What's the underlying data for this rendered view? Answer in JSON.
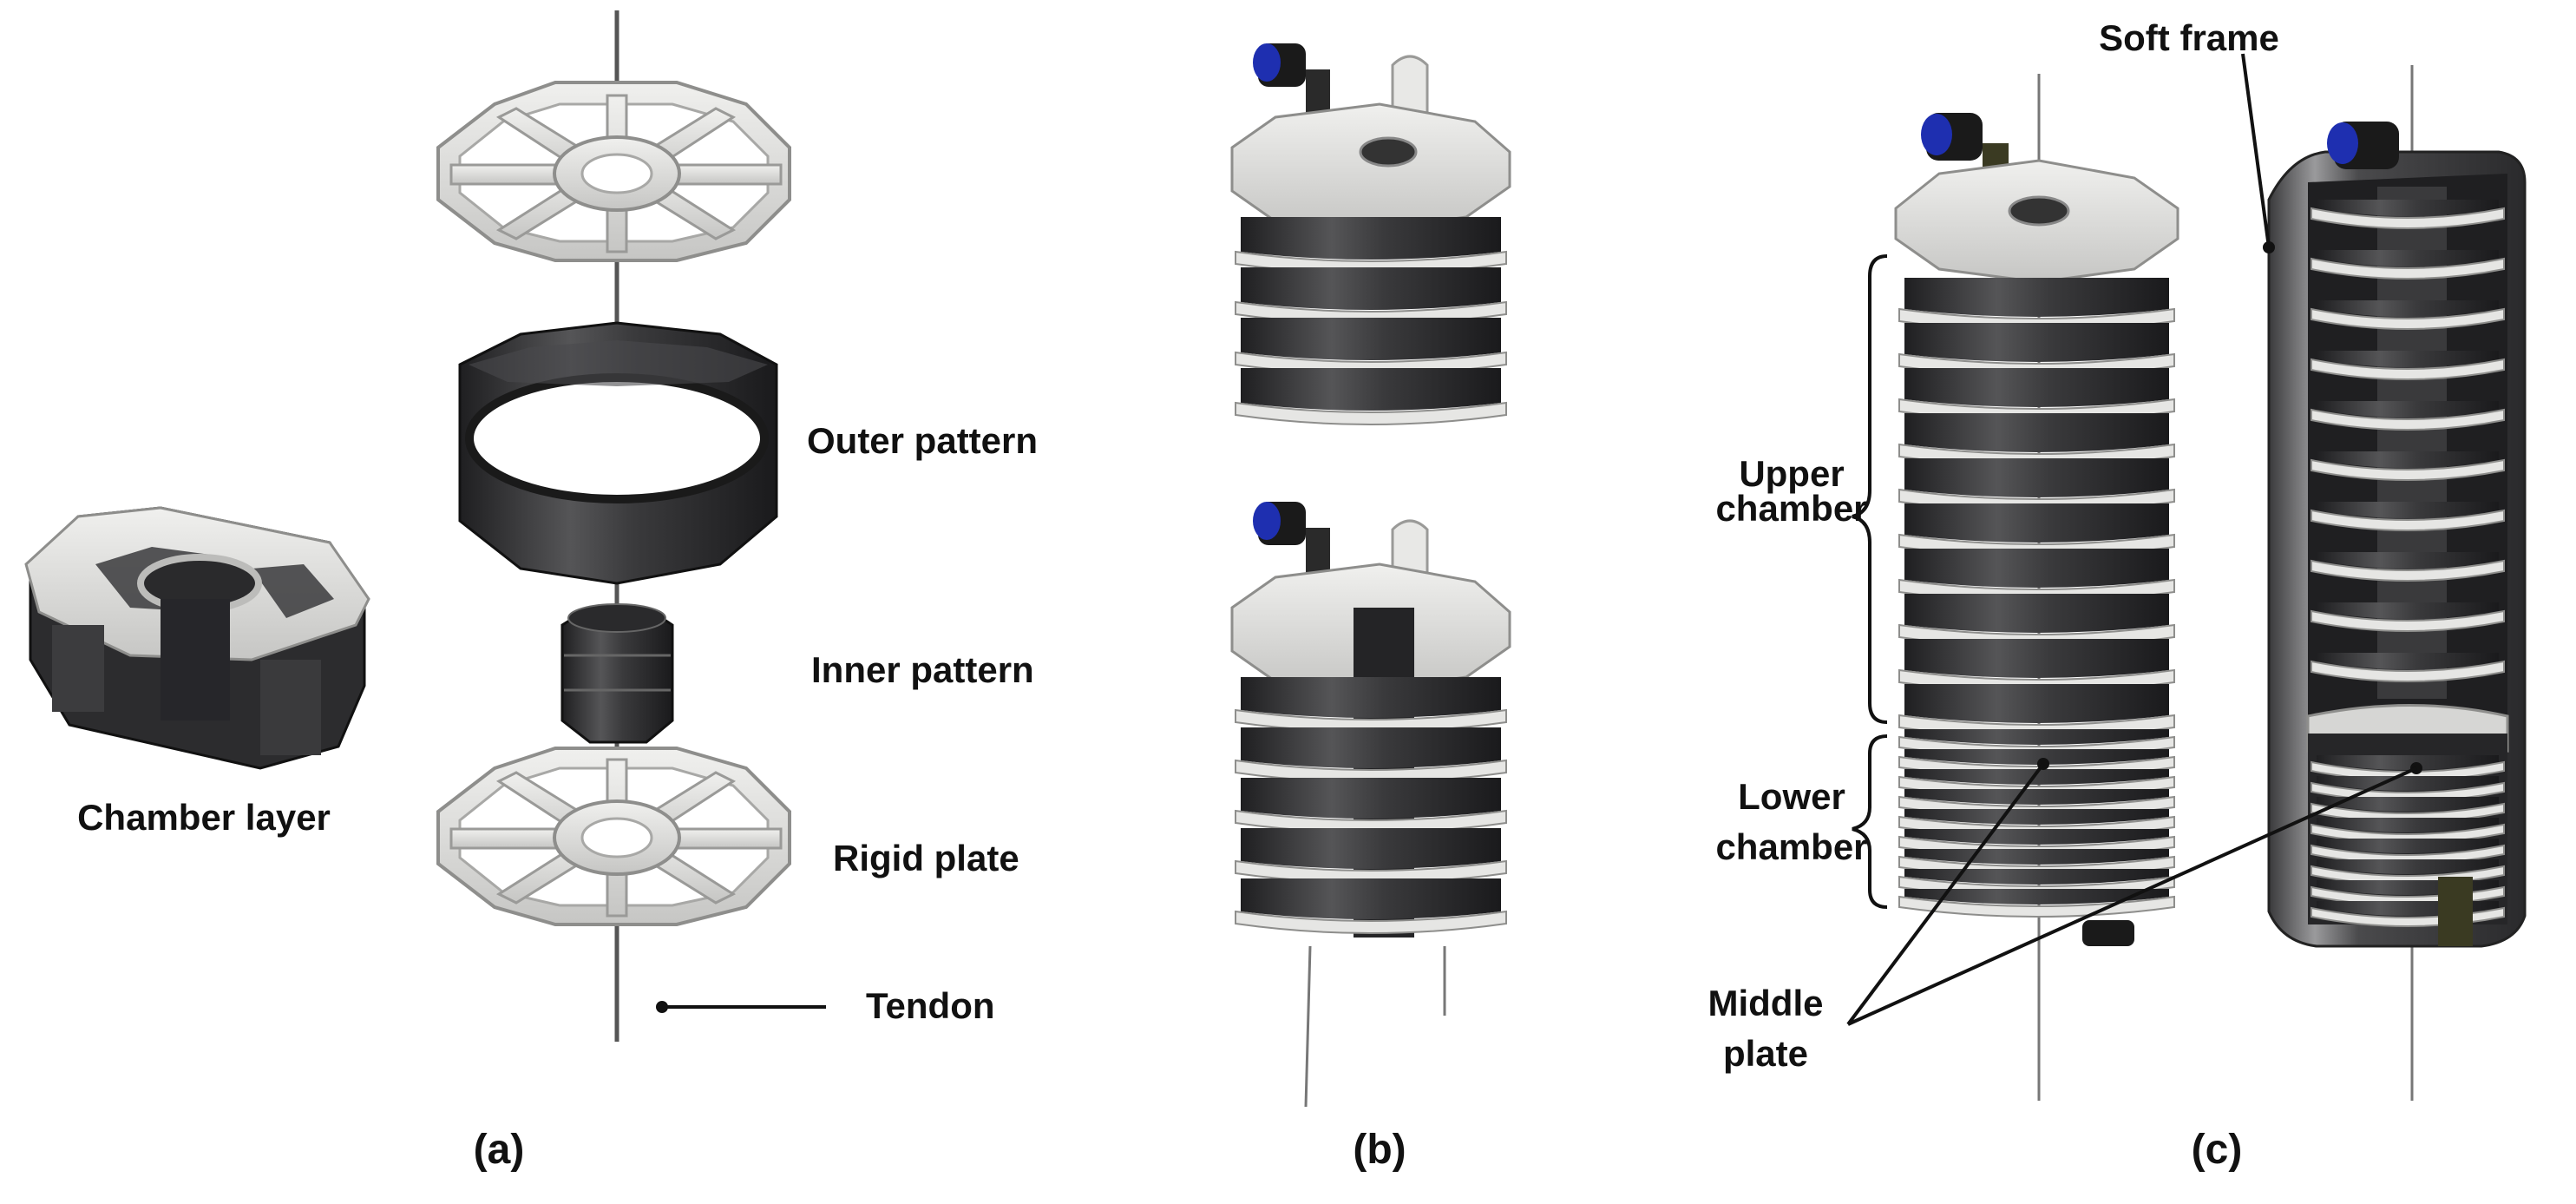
{
  "panels": [
    {
      "label": "(a)"
    },
    {
      "label": "(b)"
    },
    {
      "label": "(c)"
    }
  ],
  "annotations": {
    "chamber_layer": "Chamber layer",
    "outer_pattern": "Outer pattern",
    "inner_pattern": "Inner pattern",
    "rigid_plate": "Rigid plate",
    "tendon": "Tendon",
    "soft_frame": "Soft frame",
    "upper_chamber_1": "Upper",
    "upper_chamber_2": "chamber",
    "lower_chamber_1": "Lower",
    "lower_chamber_2": "chamber",
    "middle_plate_1": "Middle",
    "middle_plate_2": "plate"
  },
  "colors": {
    "plate": "#d9d9d7",
    "plate_edge": "#9a9a98",
    "rubber": "#2e2e30",
    "rubber_light": "#555557",
    "fitting_blue": "#1e2fb0",
    "fitting_black": "#1a1a1a",
    "tendon": "#555555"
  }
}
